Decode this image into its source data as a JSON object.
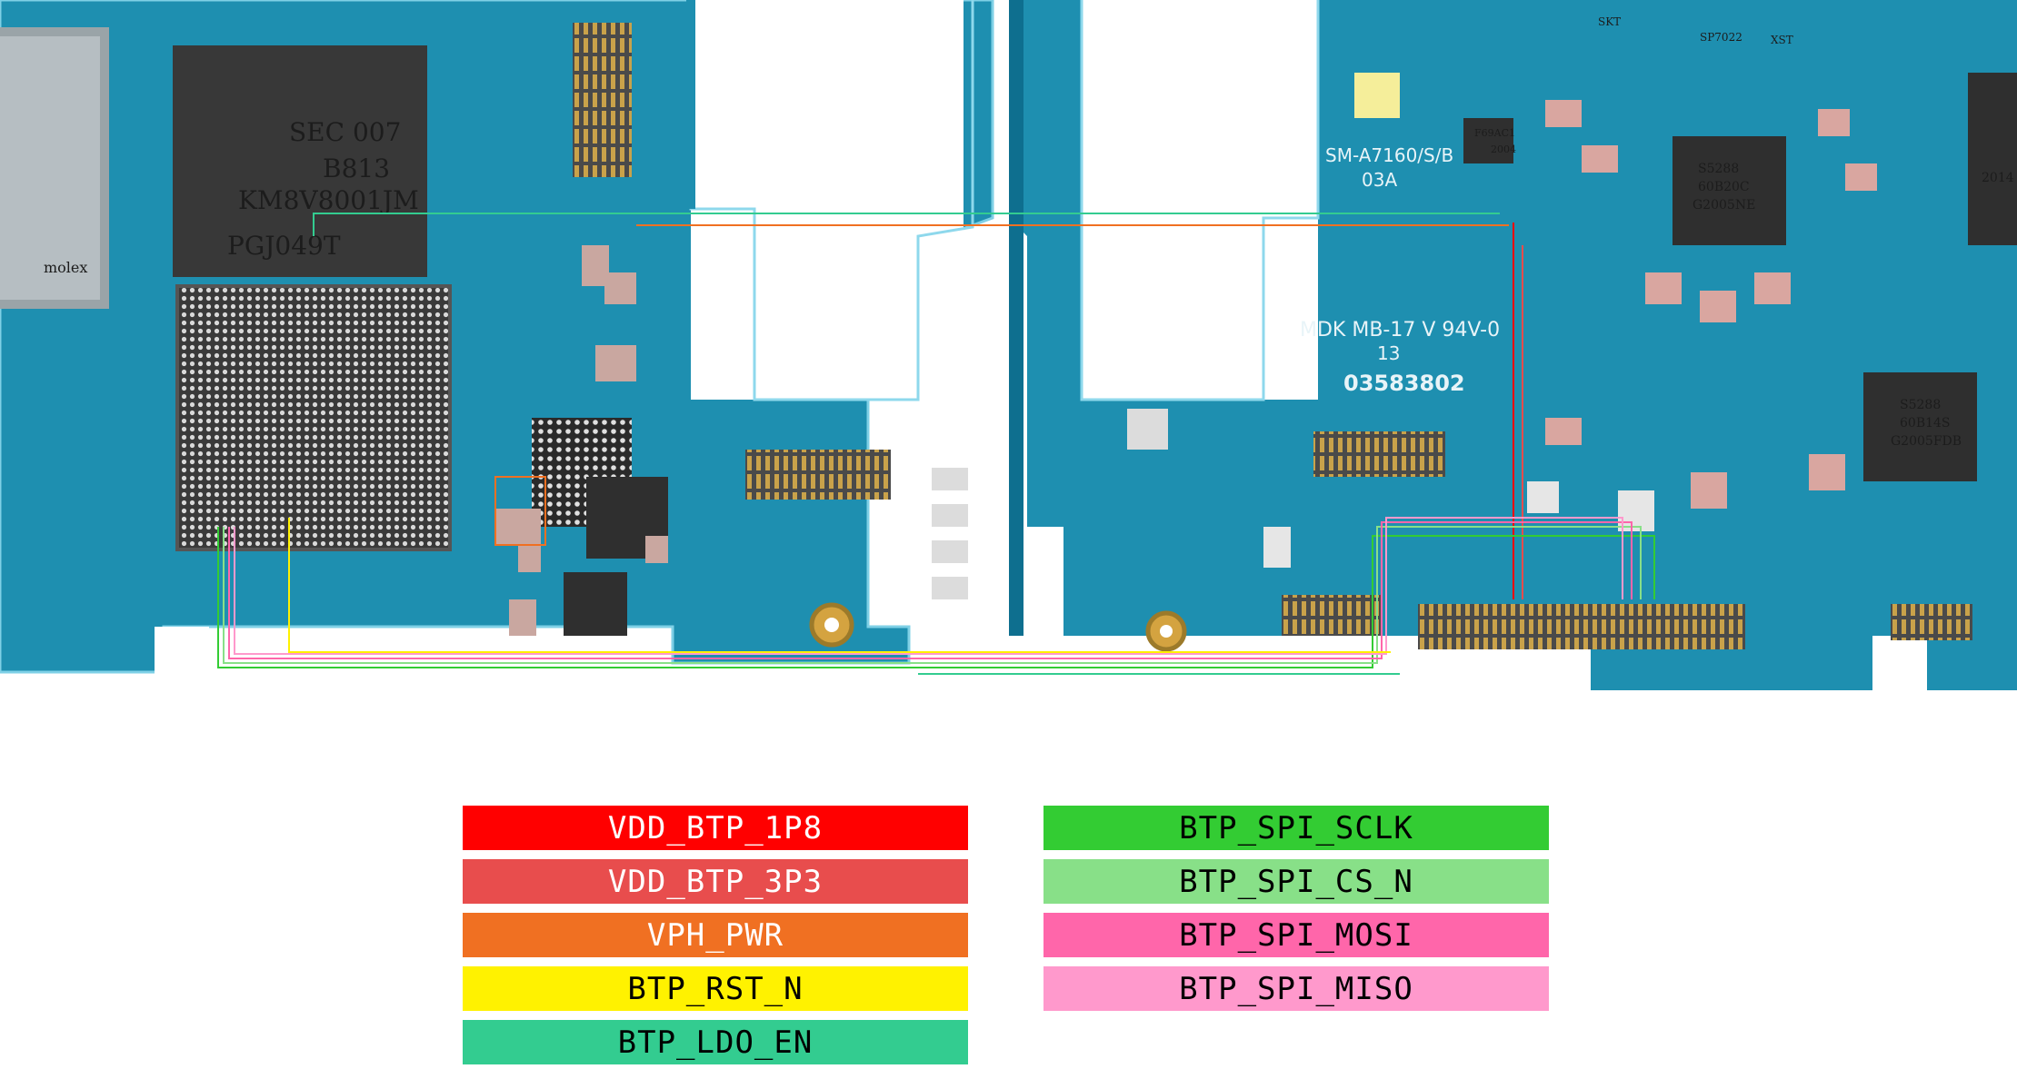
{
  "board": {
    "left_chip_labels": [
      "SEC 007",
      "B813",
      "KM8V8001JM",
      "PGJ049T"
    ],
    "model_text": "SM-A7160/S/B",
    "rev_text": "03A",
    "manufacturer_text": "MDK MB-17 V 94V-0",
    "ul_text": "13",
    "serial_text": "03583802",
    "connector_brand": "molex",
    "small_chip_labels": [
      "S5288",
      "60B20C",
      "G2005NE",
      "S5288",
      "60B14S",
      "G2005FDB",
      "2014",
      "SKT",
      "SP7022",
      "XST",
      "F69AC1",
      "2004"
    ]
  },
  "legend": {
    "left": [
      {
        "label": "VDD_BTP_1P8",
        "color": "#ff0000",
        "text_color": "#ffffff"
      },
      {
        "label": "VDD_BTP_3P3",
        "color": "#e84d4d",
        "text_color": "#ffffff"
      },
      {
        "label": "VPH_PWR",
        "color": "#f07022",
        "text_color": "#ffffff"
      },
      {
        "label": "BTP_RST_N",
        "color": "#fff200",
        "text_color": "#000000"
      },
      {
        "label": "BTP_LDO_EN",
        "color": "#33cc90",
        "text_color": "#000000"
      }
    ],
    "right": [
      {
        "label": "BTP_SPI_SCLK",
        "color": "#33cc33",
        "text_color": "#000000"
      },
      {
        "label": "BTP_SPI_CS_N",
        "color": "#88e088",
        "text_color": "#000000"
      },
      {
        "label": "BTP_SPI_MOSI",
        "color": "#ff66aa",
        "text_color": "#000000"
      },
      {
        "label": "BTP_SPI_MISO",
        "color": "#ff99cc",
        "text_color": "#000000"
      }
    ]
  }
}
